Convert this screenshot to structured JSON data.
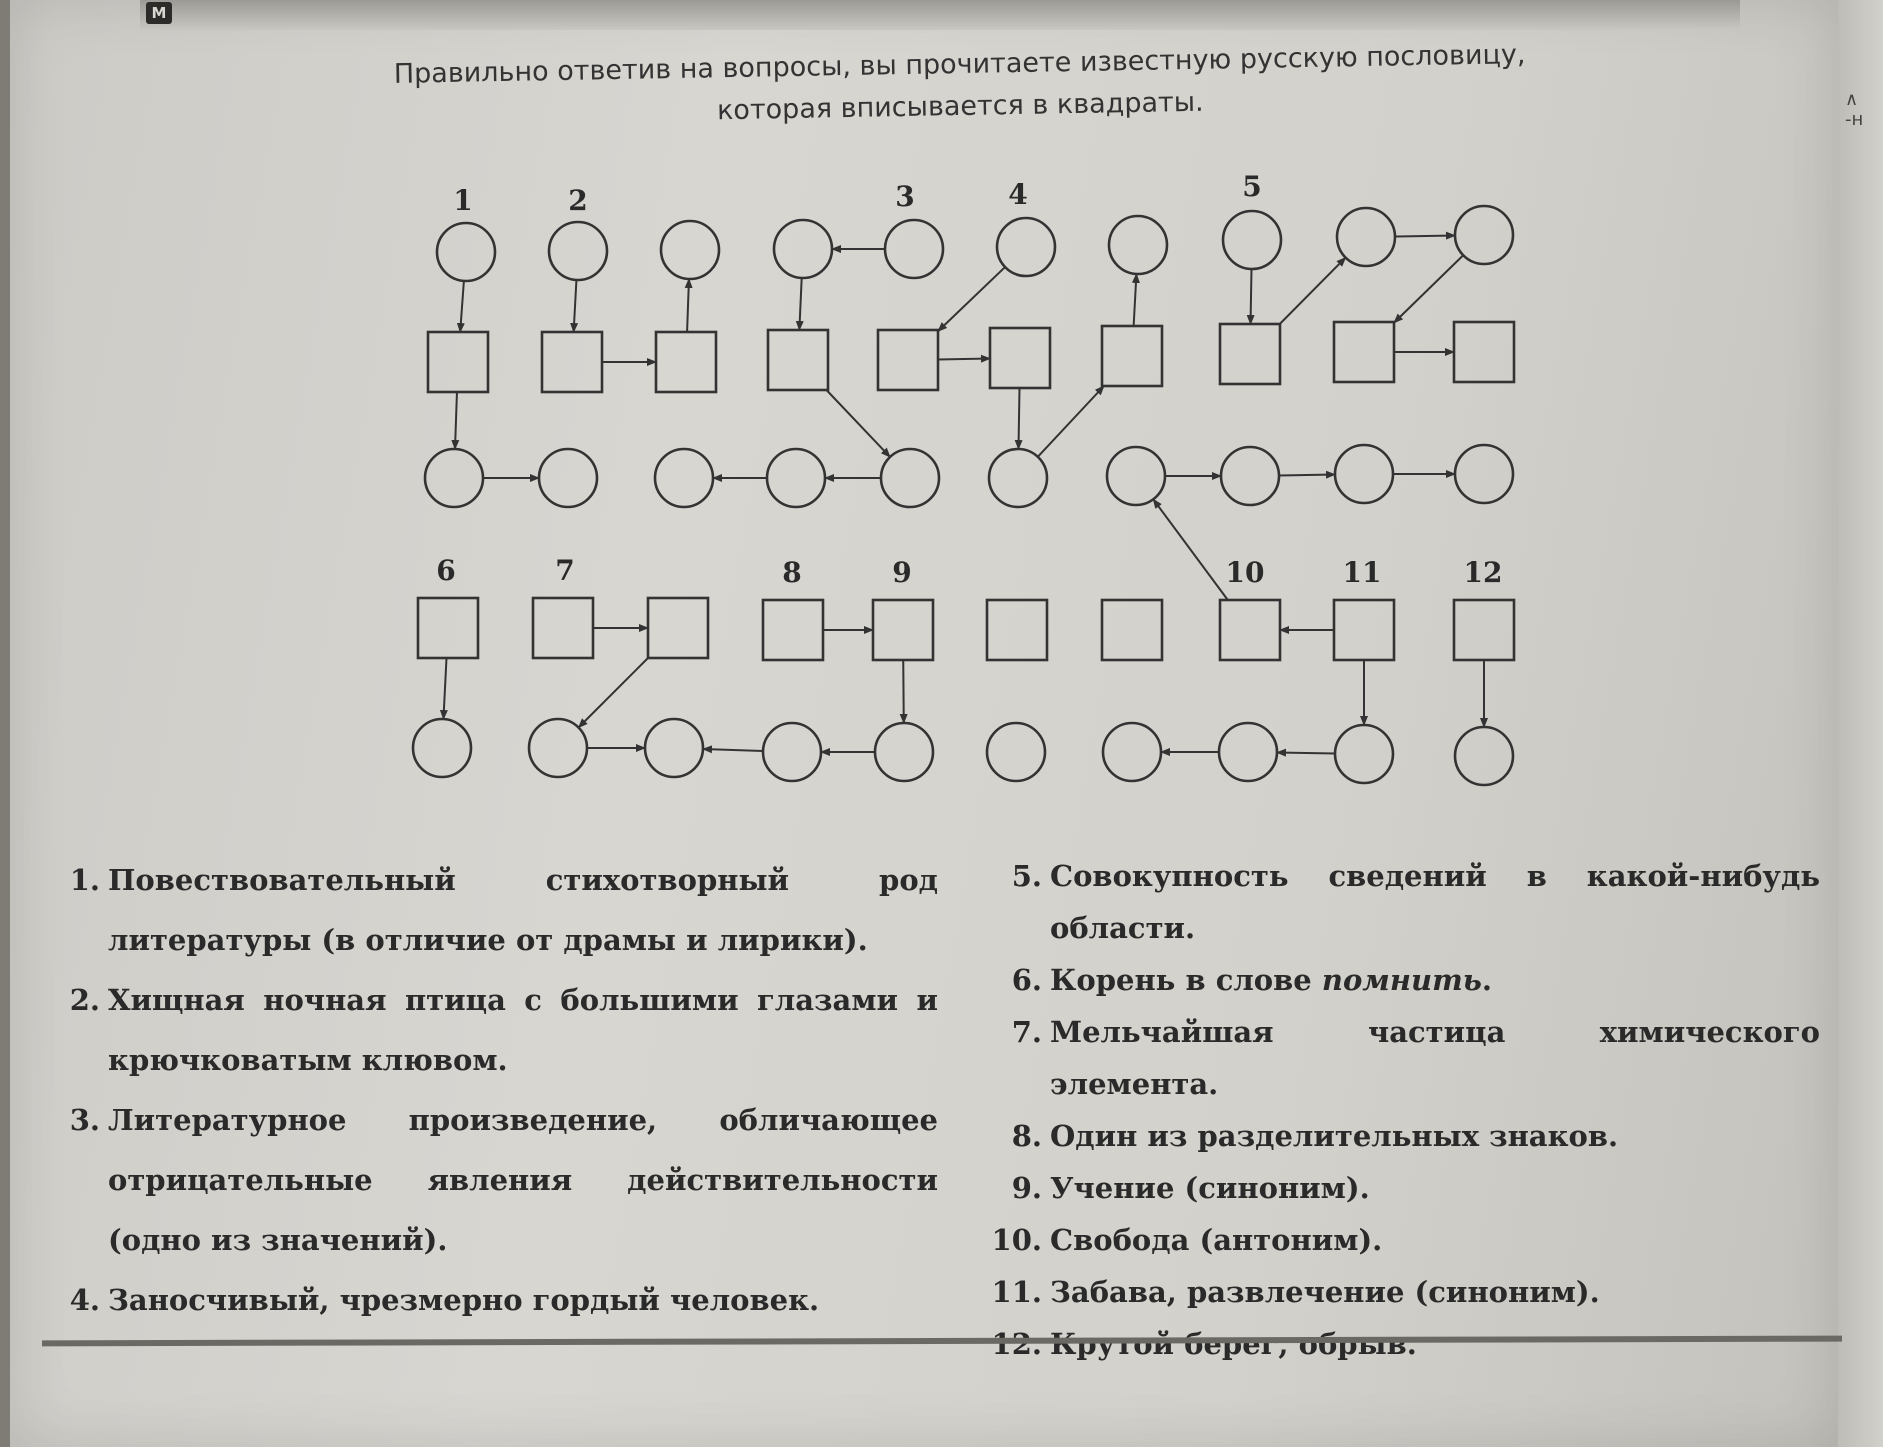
{
  "logo": {
    "letter": "М"
  },
  "header": {
    "line1": "Правильно ответив на вопросы, вы прочитаете известную русскую пословицу,",
    "line2": "которая вписывается в квадраты."
  },
  "diagram": {
    "labels": [
      "1",
      "2",
      "3",
      "4",
      "5",
      "6",
      "7",
      "8",
      "9",
      "10",
      "11",
      "12"
    ]
  },
  "questions_left": [
    {
      "num": "1.",
      "text": "Повествовательный стихотворный род литературы (в отличие от драмы и лирики)."
    },
    {
      "num": "2.",
      "text": "Хищная ночная птица с большими глазами и крючковатым клювом."
    },
    {
      "num": "3.",
      "text": "Литературное произведение, обличающее отрицательные явления действительности (одно из значений)."
    },
    {
      "num": "4.",
      "text": "Заносчивый, чрезмерно гордый человек."
    }
  ],
  "questions_right": [
    {
      "num": "5.",
      "text": "Совокупность сведений в какой-нибудь области."
    },
    {
      "num": "6.",
      "text_before": "Корень в слове ",
      "text_italic": "помнить",
      "text_after": "."
    },
    {
      "num": "7.",
      "text": "Мельчайшая частица химического элемента."
    },
    {
      "num": "8.",
      "text": "Один из разделительных знаков."
    },
    {
      "num": "9.",
      "text": "Учение (синоним)."
    },
    {
      "num": "10.",
      "text": "Свобода (антоним)."
    },
    {
      "num": "11.",
      "text": "Забава, развлечение (синоним)."
    },
    {
      "num": "12.",
      "text": "Крутой берег, обрыв."
    }
  ],
  "margin": {
    "mark1": "∧",
    "mark2": "-н"
  }
}
